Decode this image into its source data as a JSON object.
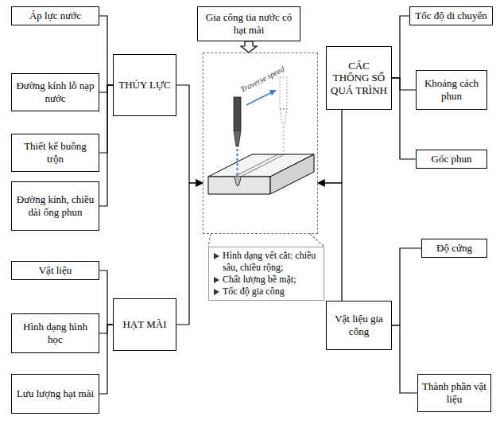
{
  "diagram": {
    "nodes": [
      {
        "text": [
          "Áp lực nước"
        ]
      },
      {
        "text": [
          "Đường kính lỗ nạp nước"
        ]
      },
      {
        "text": [
          "Thiết kế buồng trộn"
        ]
      },
      {
        "text": [
          "Đường kính, chiều dài ống phun"
        ]
      },
      {
        "text": [
          "Vật liệu"
        ]
      },
      {
        "text": [
          "Hình dạng hình học"
        ]
      },
      {
        "text": [
          "Lưu lượng hạt mài"
        ]
      },
      {
        "text": [
          "THỦY LỰC"
        ]
      },
      {
        "text": [
          "HẠT MÀI"
        ]
      },
      {
        "text": [
          "Gia công tia nước có hạt mài"
        ]
      },
      {
        "text": [
          "Traverse speed"
        ]
      },
      {
        "text": [
          "Hình dạng vết cắt: chiều sâu, chiều rộng;",
          "Chất lượng bề mặt;",
          "Tốc độ gia công"
        ]
      },
      {
        "text": [
          "CÁC THÔNG SỐ QUÁ TRÌNH"
        ]
      },
      {
        "text": [
          "Vật liệu gia công"
        ]
      },
      {
        "text": [
          "Tốc độ di chuyển"
        ]
      },
      {
        "text": [
          "Khoảng cách phun"
        ]
      },
      {
        "text": [
          "Góc phun"
        ]
      },
      {
        "text": [
          "Độ cứng"
        ]
      },
      {
        "text": [
          "Thành phần vật liệu"
        ]
      }
    ],
    "edges": [
      {
        "from": 0,
        "to": 7,
        "arrow": "none"
      },
      {
        "from": 1,
        "to": 7,
        "arrow": "none"
      },
      {
        "from": 2,
        "to": 7,
        "arrow": "none"
      },
      {
        "from": 3,
        "to": 7,
        "arrow": "none"
      },
      {
        "from": 4,
        "to": 8,
        "arrow": "none"
      },
      {
        "from": 5,
        "to": 8,
        "arrow": "none"
      },
      {
        "from": 6,
        "to": 8,
        "arrow": "none"
      },
      {
        "from": 7,
        "to": 10,
        "arrow": "to"
      },
      {
        "from": 8,
        "to": 10,
        "arrow": "to"
      },
      {
        "from": 9,
        "to": 10,
        "arrow": "to"
      },
      {
        "from": 10,
        "to": 11,
        "arrow": "none"
      },
      {
        "from": 12,
        "to": 10,
        "arrow": "to"
      },
      {
        "from": 13,
        "to": 10,
        "arrow": "to"
      },
      {
        "from": 14,
        "to": 12,
        "arrow": "none"
      },
      {
        "from": 15,
        "to": 12,
        "arrow": "none"
      },
      {
        "from": 16,
        "to": 12,
        "arrow": "none"
      },
      {
        "from": 17,
        "to": 13,
        "arrow": "none"
      },
      {
        "from": 18,
        "to": 13,
        "arrow": "none"
      }
    ]
  }
}
